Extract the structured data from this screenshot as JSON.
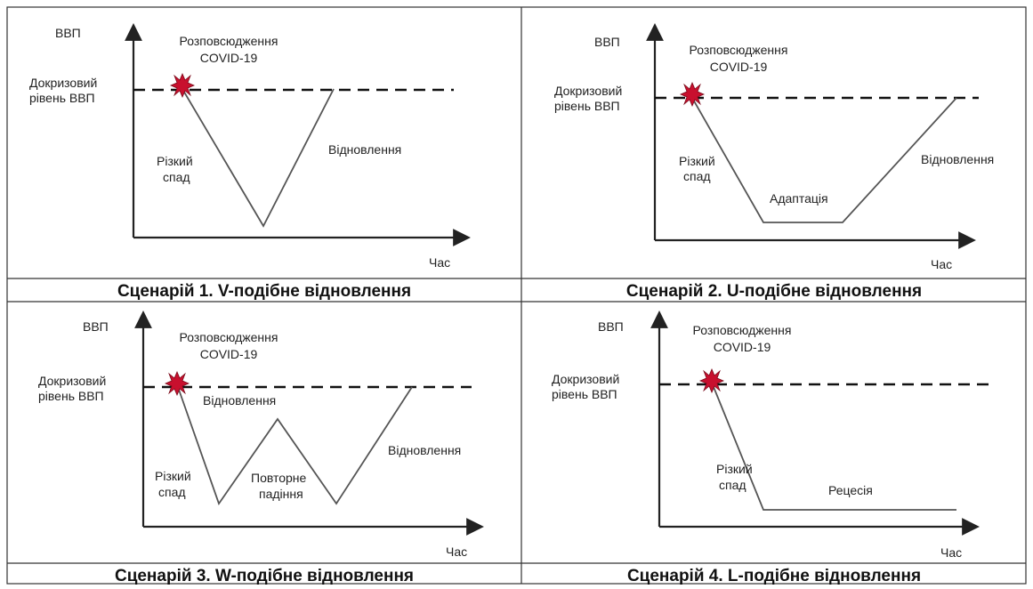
{
  "colors": {
    "outbreak_marker": "#c8102e",
    "lines": "#555555",
    "frame": "#333333"
  },
  "icons": {
    "outbreak_marker": "red-burst-star-icon",
    "axis_arrow": "arrow-icon"
  },
  "panels": [
    {
      "caption": "Сценарій 1. V-подібне відновлення",
      "y_axis_label": "ВВП",
      "x_axis_label": "Час",
      "baseline_label_line1": "Докризовий",
      "baseline_label_line2": "рівень ВВП",
      "outbreak_line1": "Розповсюдження",
      "outbreak_line2": "COVID-19",
      "phase_labels": {
        "drop_line1": "Різкий",
        "drop_line2": "спад",
        "recovery": "Відновлення"
      }
    },
    {
      "caption": "Сценарій 2. U-подібне відновлення",
      "y_axis_label": "ВВП",
      "x_axis_label": "Час",
      "baseline_label_line1": "Докризовий",
      "baseline_label_line2": "рівень ВВП",
      "outbreak_line1": "Розповсюдження",
      "outbreak_line2": "COVID-19",
      "phase_labels": {
        "drop_line1": "Різкий",
        "drop_line2": "спад",
        "adaptation": "Адаптація",
        "recovery": "Відновлення"
      }
    },
    {
      "caption": "Сценарій 3. W-подібне відновлення",
      "y_axis_label": "ВВП",
      "x_axis_label": "Час",
      "baseline_label_line1": "Докризовий",
      "baseline_label_line2": "рівень ВВП",
      "outbreak_line1": "Розповсюдження",
      "outbreak_line2": "COVID-19",
      "phase_labels": {
        "drop_line1": "Різкий",
        "drop_line2": "спад",
        "recovery_first": "Відновлення",
        "second_fall_line1": "Повторне",
        "second_fall_line2": "падіння",
        "recovery_final": "Відновлення"
      }
    },
    {
      "caption": "Сценарій 4. L-подібне відновлення",
      "y_axis_label": "ВВП",
      "x_axis_label": "Час",
      "baseline_label_line1": "Докризовий",
      "baseline_label_line2": "рівень ВВП",
      "outbreak_line1": "Розповсюдження",
      "outbreak_line2": "COVID-19",
      "phase_labels": {
        "drop_line1": "Різкий",
        "drop_line2": "спад",
        "recession": "Рецесія"
      }
    }
  ]
}
